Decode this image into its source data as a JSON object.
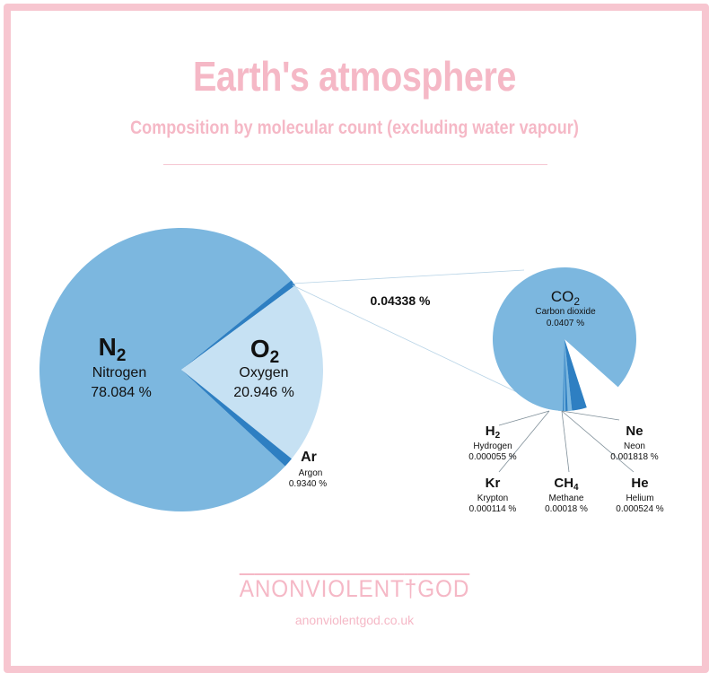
{
  "header": {
    "title": "Earth's atmosphere",
    "subtitle": "Composition by molecular count (excluding water vapour)"
  },
  "colors": {
    "frame": "#f7c6d0",
    "title": "#f5b8c6",
    "slice_main": "#7cb7df",
    "slice_oxygen": "#c6e1f3",
    "slice_dark": "#2e7fc2",
    "text": "#111111"
  },
  "chart_data": [
    {
      "type": "pie",
      "series": [
        {
          "formula": "N2",
          "name": "Nitrogen",
          "value_label": "78.084 %",
          "value": 78.084
        },
        {
          "formula": "O2",
          "name": "Oxygen",
          "value_label": "20.946 %",
          "value": 20.946
        },
        {
          "formula": "Ar",
          "name": "Argon",
          "value_label": "0.9340 %",
          "value": 0.934
        },
        {
          "formula": "",
          "name": "",
          "value_label": "0.04338 %",
          "value": 0.04338
        }
      ]
    },
    {
      "type": "pie",
      "series": [
        {
          "formula": "CO2",
          "name": "Carbon dioxide",
          "value_label": "0.0407 %",
          "value": 0.0407
        },
        {
          "formula": "Ne",
          "name": "Neon",
          "value_label": "0.001818 %",
          "value": 0.001818
        },
        {
          "formula": "He",
          "name": "Helium",
          "value_label": "0.000524 %",
          "value": 0.000524
        },
        {
          "formula": "CH4",
          "name": "Methane",
          "value_label": "0.00018 %",
          "value": 0.00018
        },
        {
          "formula": "Kr",
          "name": "Krypton",
          "value_label": "0.000114 %",
          "value": 0.000114
        },
        {
          "formula": "H2",
          "name": "Hydrogen",
          "value_label": "0.000055 %",
          "value": 5.5e-05
        }
      ]
    }
  ],
  "footer": {
    "brand_letters": [
      "A",
      "NONVIOLENT",
      "†",
      "GOD"
    ],
    "url": "anonviolentgod.co.uk"
  }
}
